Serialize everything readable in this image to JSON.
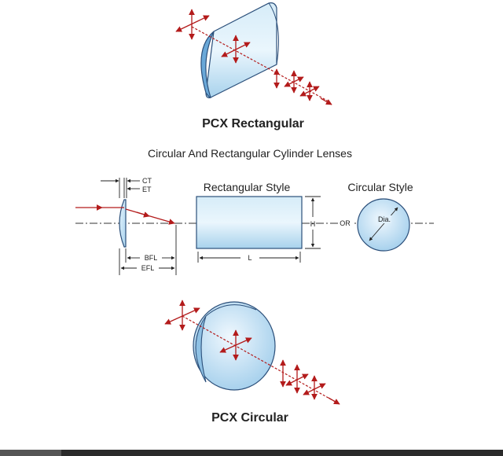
{
  "titles": {
    "top": "PCX Rectangular",
    "middle": "Circular And Rectangular Cylinder Lenses",
    "bottom": "PCX Circular"
  },
  "labels": {
    "rect_style": "Rectangular Style",
    "circ_style": "Circular Style",
    "ct": "CT",
    "et": "ET",
    "bfl": "BFL",
    "efl": "EFL",
    "length": "L",
    "height": "H",
    "or": "OR",
    "dia": "Dia."
  },
  "colors": {
    "lens_fill": "#bfe0f3",
    "lens_edge": "#2b4f7a",
    "arrow": "#b31b1b",
    "axis": "#333333"
  }
}
